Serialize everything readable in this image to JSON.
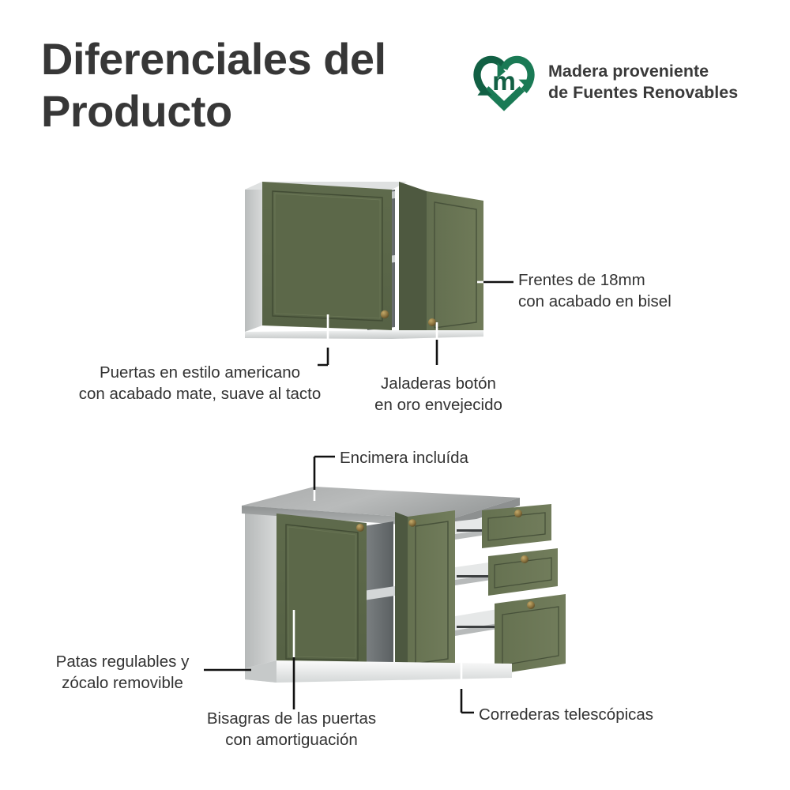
{
  "header": {
    "title": "Diferenciales del\nProducto",
    "badge": {
      "logo_icon": "renewable-wood-heart-recycle-icon",
      "logo_letter": "m",
      "text": "Madera proveniente\nde Fuentes Renovables",
      "logo_color": "#1a7a55",
      "logo_color_dark": "#126044"
    }
  },
  "colors": {
    "background": "#ffffff",
    "title_text": "#373737",
    "callout_text": "#333333",
    "door_green": "#5a6647",
    "door_green_light": "#6b7554",
    "door_green_dark": "#454f37",
    "knob_brass": "#8a7340",
    "carcass_white": "#e9eaea",
    "carcass_side": "#c9cbcb",
    "countertop_gray": "#9b9d9d",
    "interior_dark": "#5d6163",
    "leader_black": "#111111",
    "leader_white": "#ffffff"
  },
  "upper_cabinet": {
    "name": "upper-wall-cabinet-illustration",
    "doors": [
      {
        "id": "left-door-closed",
        "state": "closed"
      },
      {
        "id": "right-door-open",
        "state": "open"
      }
    ],
    "knobs": 2,
    "shelves": 1
  },
  "lower_cabinet": {
    "name": "lower-base-cabinet-illustration",
    "countertop": "included",
    "doors": [
      {
        "id": "left-door-closed",
        "state": "closed"
      },
      {
        "id": "middle-door-open",
        "state": "open"
      }
    ],
    "drawers": [
      {
        "id": "drawer-top",
        "state": "open",
        "size": "shallow"
      },
      {
        "id": "drawer-middle",
        "state": "open",
        "size": "shallow"
      },
      {
        "id": "drawer-bottom",
        "state": "open",
        "size": "deep"
      }
    ],
    "plinth": "removable"
  },
  "callouts": [
    {
      "id": "frentes-18mm",
      "text": "Frentes de 18mm\ncon acabado en bisel",
      "align": "left"
    },
    {
      "id": "puertas-estilo-americano",
      "text": "Puertas en estilo americano\ncon acabado mate, suave al tacto",
      "align": "center"
    },
    {
      "id": "jaladeras-boton",
      "text": "Jaladeras botón\nen oro envejecido",
      "align": "center"
    },
    {
      "id": "encimera-incluida",
      "text": "Encimera incluída",
      "align": "left"
    },
    {
      "id": "patas-regulables",
      "text": "Patas regulables y\nzócalo removible",
      "align": "center"
    },
    {
      "id": "bisagras-amortiguacion",
      "text": "Bisagras de las puertas\ncon amortiguación",
      "align": "center"
    },
    {
      "id": "correderas-telescopicas",
      "text": "Correderas telescópicas",
      "align": "left"
    }
  ]
}
